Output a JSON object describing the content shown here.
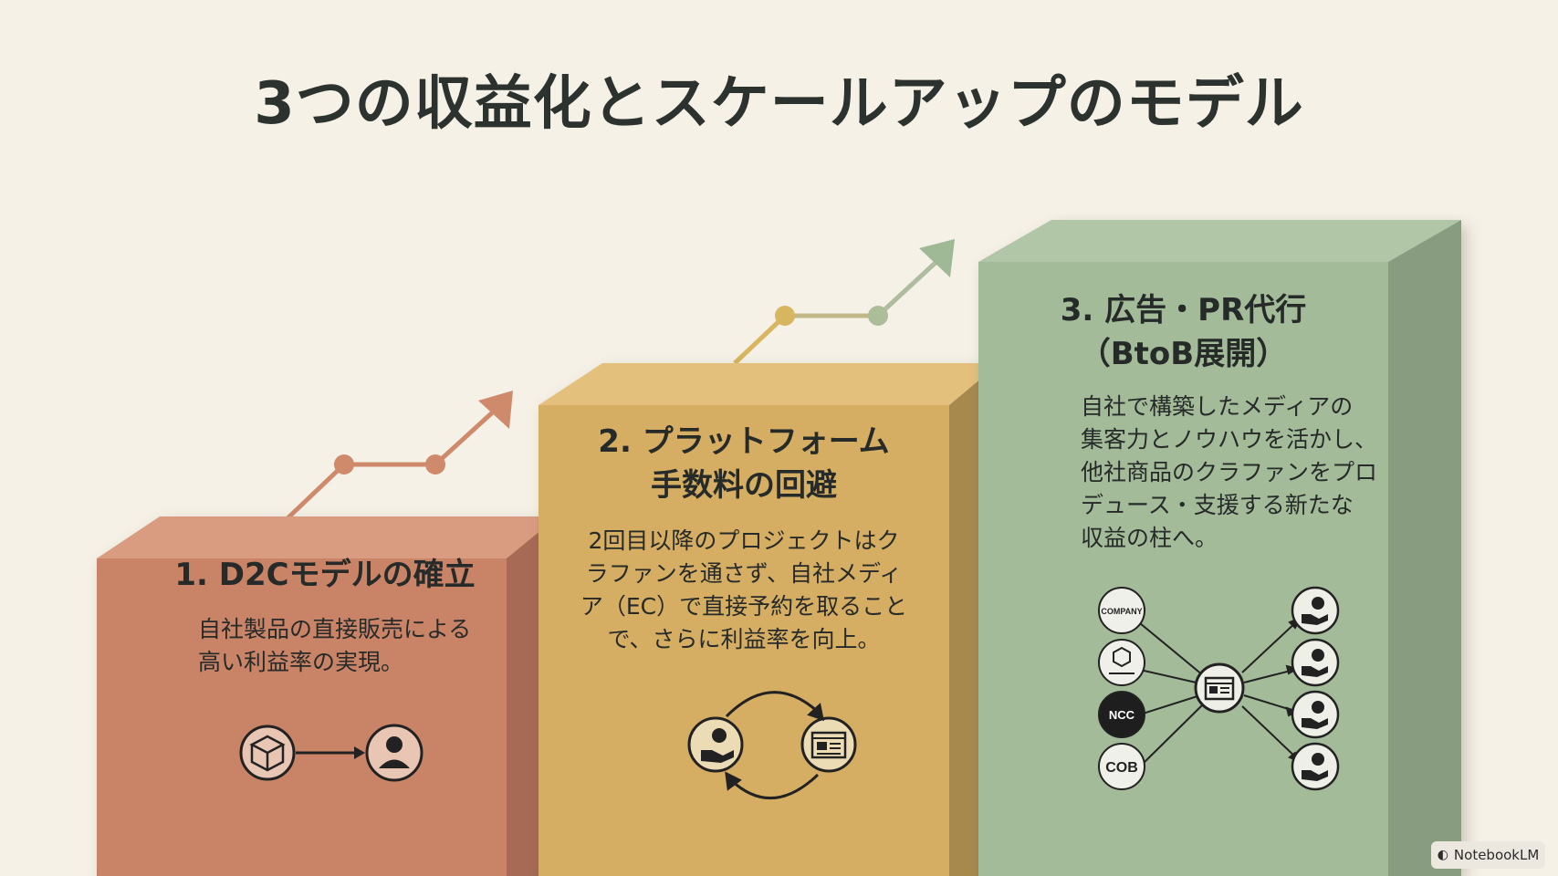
{
  "title": "3つの収益化とスケールアップのモデル",
  "steps": [
    {
      "title_lines": [
        "1. D2Cモデルの確立"
      ],
      "desc_lines": [
        "自社製品の直接販売による",
        "高い利益率の実現。"
      ],
      "color": "#c98468",
      "icons": [
        "package-icon",
        "arrow-right-icon",
        "user-icon"
      ]
    },
    {
      "title_lines": [
        "2. プラットフォーム",
        "手数料の回避"
      ],
      "desc_lines": [
        "2回目以降のプロジェクトはク",
        "ラファンを通さず、自社メディ",
        "ア（EC）で直接予約を取ること",
        "で、さらに利益率を向上。"
      ],
      "color": "#d6ae63",
      "icons": [
        "money-hand-icon",
        "cycle-arrows-icon",
        "webpage-icon"
      ]
    },
    {
      "title_lines": [
        "3. 広告・PR代行",
        "（BtoB展開）"
      ],
      "desc_lines": [
        "自社で構築したメディアの",
        "集客力とノウハウを活かし、",
        "他社商品のクラファンをプロ",
        "デュース・支援する新たな",
        "収益の柱へ。"
      ],
      "color": "#a3bb98",
      "clients": [
        "COMPANY",
        "NCC",
        "COB"
      ],
      "icons": [
        "company-logo-icon",
        "brand-logo-icon",
        "ncc-logo-icon",
        "cob-logo-icon",
        "webpage-hub-icon",
        "money-hand-icon"
      ]
    }
  ],
  "branding": "NotebookLM"
}
